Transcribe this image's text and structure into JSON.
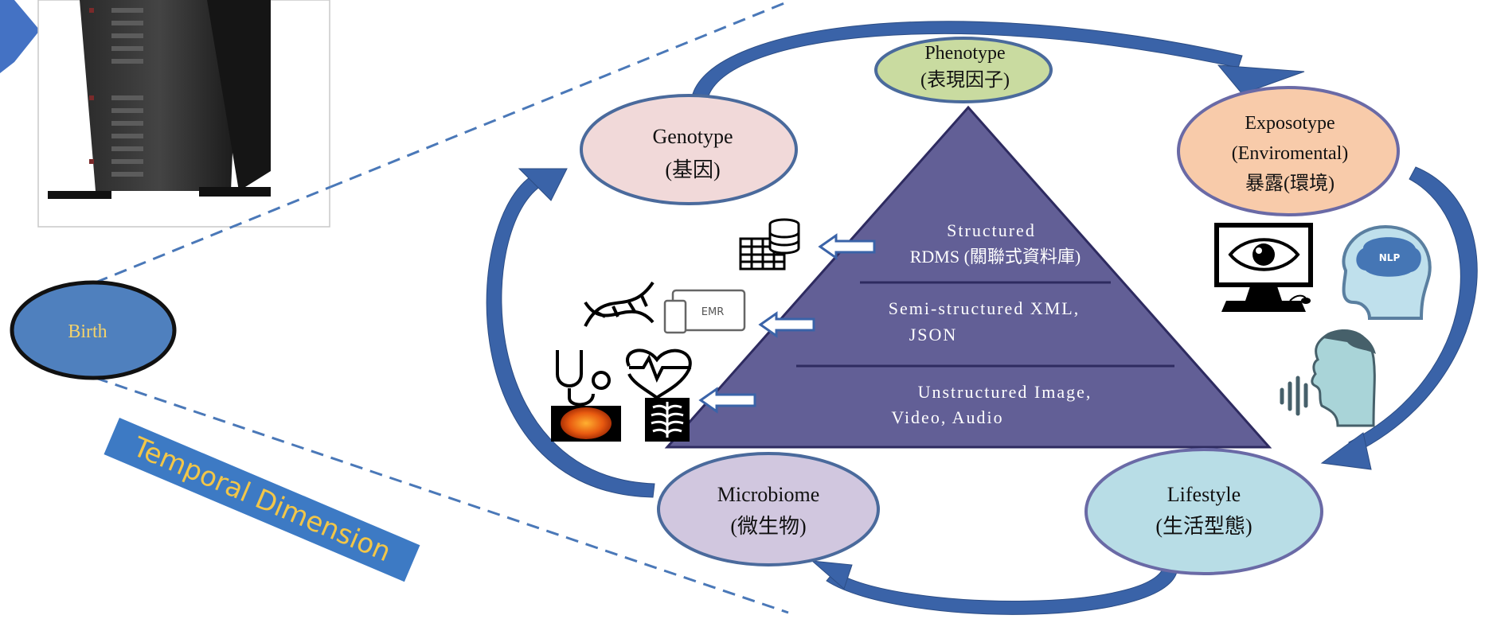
{
  "colors": {
    "pyramid": "#625f96",
    "arrow": "#3a63a8",
    "genotype_fill": "#f1d9d9",
    "phenotype_fill": "#c9dba0",
    "exposotype_fill": "#f8cbaa",
    "lifestyle_fill": "#b8dde6",
    "microbiome_fill": "#d1c7df",
    "birth_fill": "#4f80be",
    "birth_text": "#f4d36b",
    "band_fill": "#3d7ac4",
    "band_text": "#f2c648",
    "dashed": "#4a78b8"
  },
  "nodes": {
    "birth": "Birth",
    "genotype": {
      "line1": "Genotype",
      "line2": "(基因)"
    },
    "phenotype": {
      "line1": "Phenotype",
      "line2": "(表現因子)"
    },
    "exposotype": {
      "line1": "Exposotype",
      "line2": "(Enviromental)",
      "line3": "暴露(環境)"
    },
    "lifestyle": {
      "line1": "Lifestyle",
      "line2": "(生活型態)"
    },
    "microbiome": {
      "line1": "Microbiome",
      "line2": "(微生物)"
    }
  },
  "pyramid": {
    "tier1": {
      "line1": "Structured",
      "line2": "RDMS (關聯式資料庫)"
    },
    "tier2": {
      "line1": "Semi-structured XML,",
      "line2": "JSON"
    },
    "tier3": {
      "line1": "Unstructured Image,",
      "line2": "Video, Audio"
    }
  },
  "temporal_label": "Temporal Dimension",
  "icons": {
    "emr_label": "EMR",
    "nlp_label": "NLP"
  }
}
